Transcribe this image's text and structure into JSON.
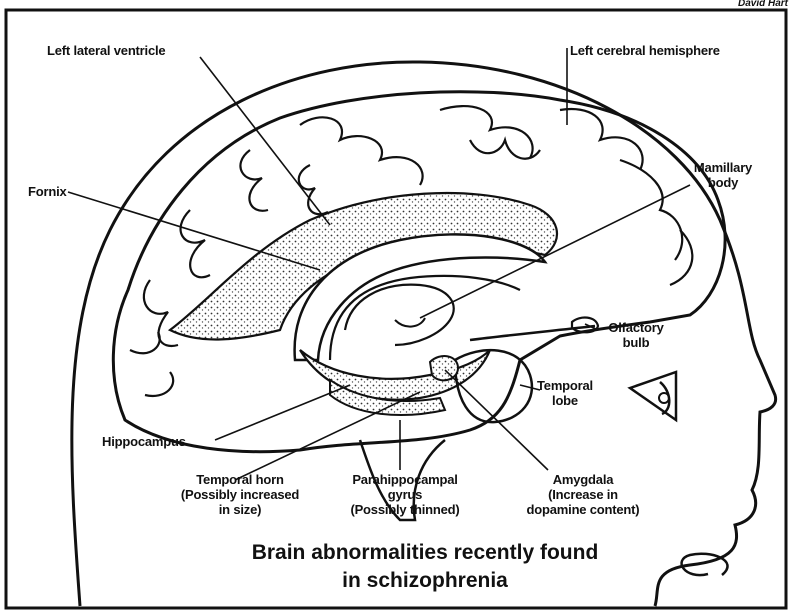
{
  "credit": "David Hart",
  "labels": {
    "left_lateral_ventricle": "Left lateral ventricle",
    "left_cerebral_hemisphere": "Left cerebral hemisphere",
    "fornix": "Fornix",
    "mamillary_body": [
      "Mamillary",
      "body"
    ],
    "olfactory_bulb": [
      "Olfactory",
      "bulb"
    ],
    "temporal_lobe": [
      "Temporal",
      "lobe"
    ],
    "hippocampus": "Hippocampus",
    "temporal_horn": [
      "Temporal horn",
      "(Possibly increased",
      "in size)"
    ],
    "parahippocampal_gyrus": [
      "Parahippocampal",
      "gyrus",
      "(Possibly thinned)"
    ],
    "amygdala": [
      "Amygdala",
      "(Increase in",
      "dopamine content)"
    ]
  },
  "title": [
    "Brain abnormalities recently found",
    "in schizophrenia"
  ]
}
